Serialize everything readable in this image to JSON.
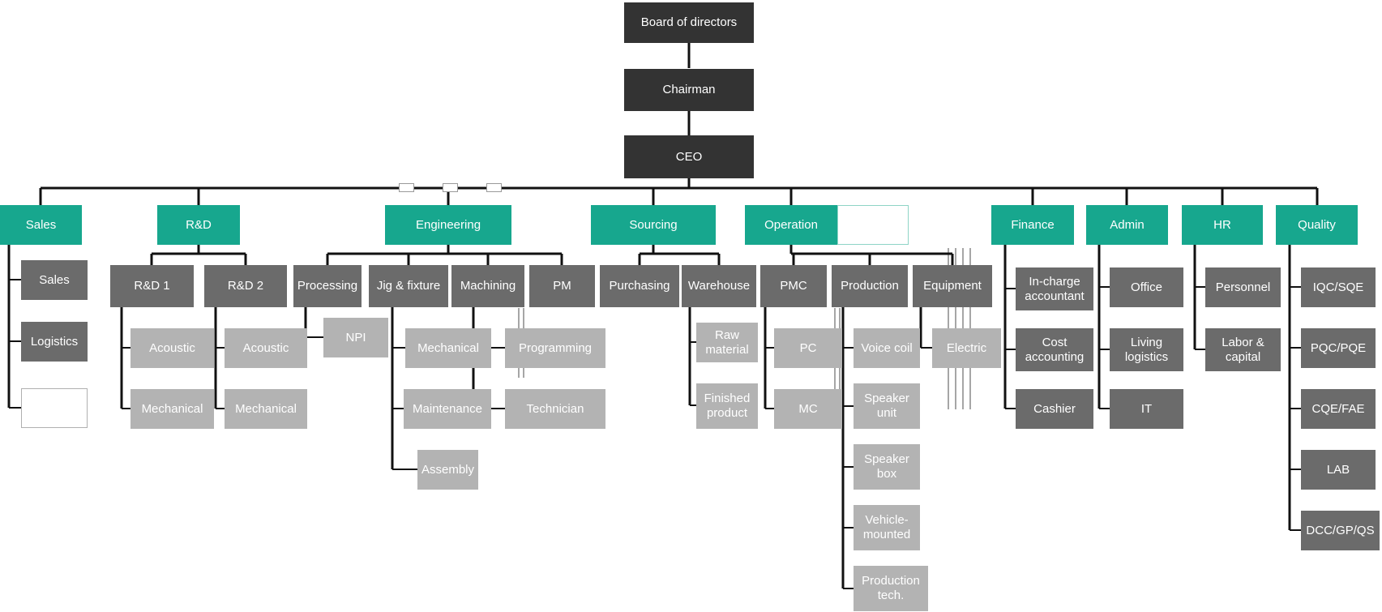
{
  "palette": {
    "executive_box": "#333333",
    "department_box": "#17a78e",
    "section_box": "#6b6b6b",
    "team_box": "#b3b3b3",
    "connector": "#111111"
  },
  "executives": {
    "board": "Board of directors",
    "chairman": "Chairman",
    "ceo": "CEO"
  },
  "sales": {
    "label": "Sales",
    "children": [
      "Sales",
      "Logistics",
      ""
    ]
  },
  "rnd": {
    "label": "R&D",
    "groups": [
      {
        "label": "R&D 1",
        "children": [
          "Acoustic",
          "Mechanical"
        ]
      },
      {
        "label": "R&D 2",
        "children": [
          "Acoustic",
          "Mechanical"
        ]
      }
    ]
  },
  "engineering": {
    "label": "Engineering",
    "groups": [
      {
        "label": "Processing",
        "children": [
          "NPI"
        ]
      },
      {
        "label": "Jig & fixture",
        "children": [
          "Mechanical",
          "Maintenance",
          "Assembly"
        ]
      },
      {
        "label": "Machining",
        "children": [
          "Programming",
          "Technician"
        ]
      },
      {
        "label": "PM",
        "children": []
      }
    ]
  },
  "sourcing": {
    "label": "Sourcing",
    "groups": [
      {
        "label": "Purchasing",
        "children": []
      },
      {
        "label": "Warehouse",
        "children": [
          "Raw material",
          "Finished product"
        ]
      }
    ]
  },
  "operation": {
    "label": "Operation",
    "groups": [
      {
        "label": "PMC",
        "children": [
          "PC",
          "MC"
        ]
      },
      {
        "label": "Production",
        "children": [
          "Voice coil",
          "Speaker unit",
          "Speaker box",
          "Vehicle-mounted",
          "Production tech."
        ]
      },
      {
        "label": "Equipment",
        "children": [
          "Electric"
        ]
      }
    ]
  },
  "finance": {
    "label": "Finance",
    "children": [
      "In-charge accountant",
      "Cost accounting",
      "Cashier"
    ]
  },
  "admin": {
    "label": "Admin",
    "children": [
      "Office",
      "Living logistics",
      "IT"
    ]
  },
  "hr": {
    "label": "HR",
    "children": [
      "Personnel",
      "Labor & capital"
    ]
  },
  "quality": {
    "label": "Quality",
    "children": [
      "IQC/SQE",
      "PQC/PQE",
      "CQE/FAE",
      "LAB",
      "DCC/GP/QS"
    ]
  }
}
